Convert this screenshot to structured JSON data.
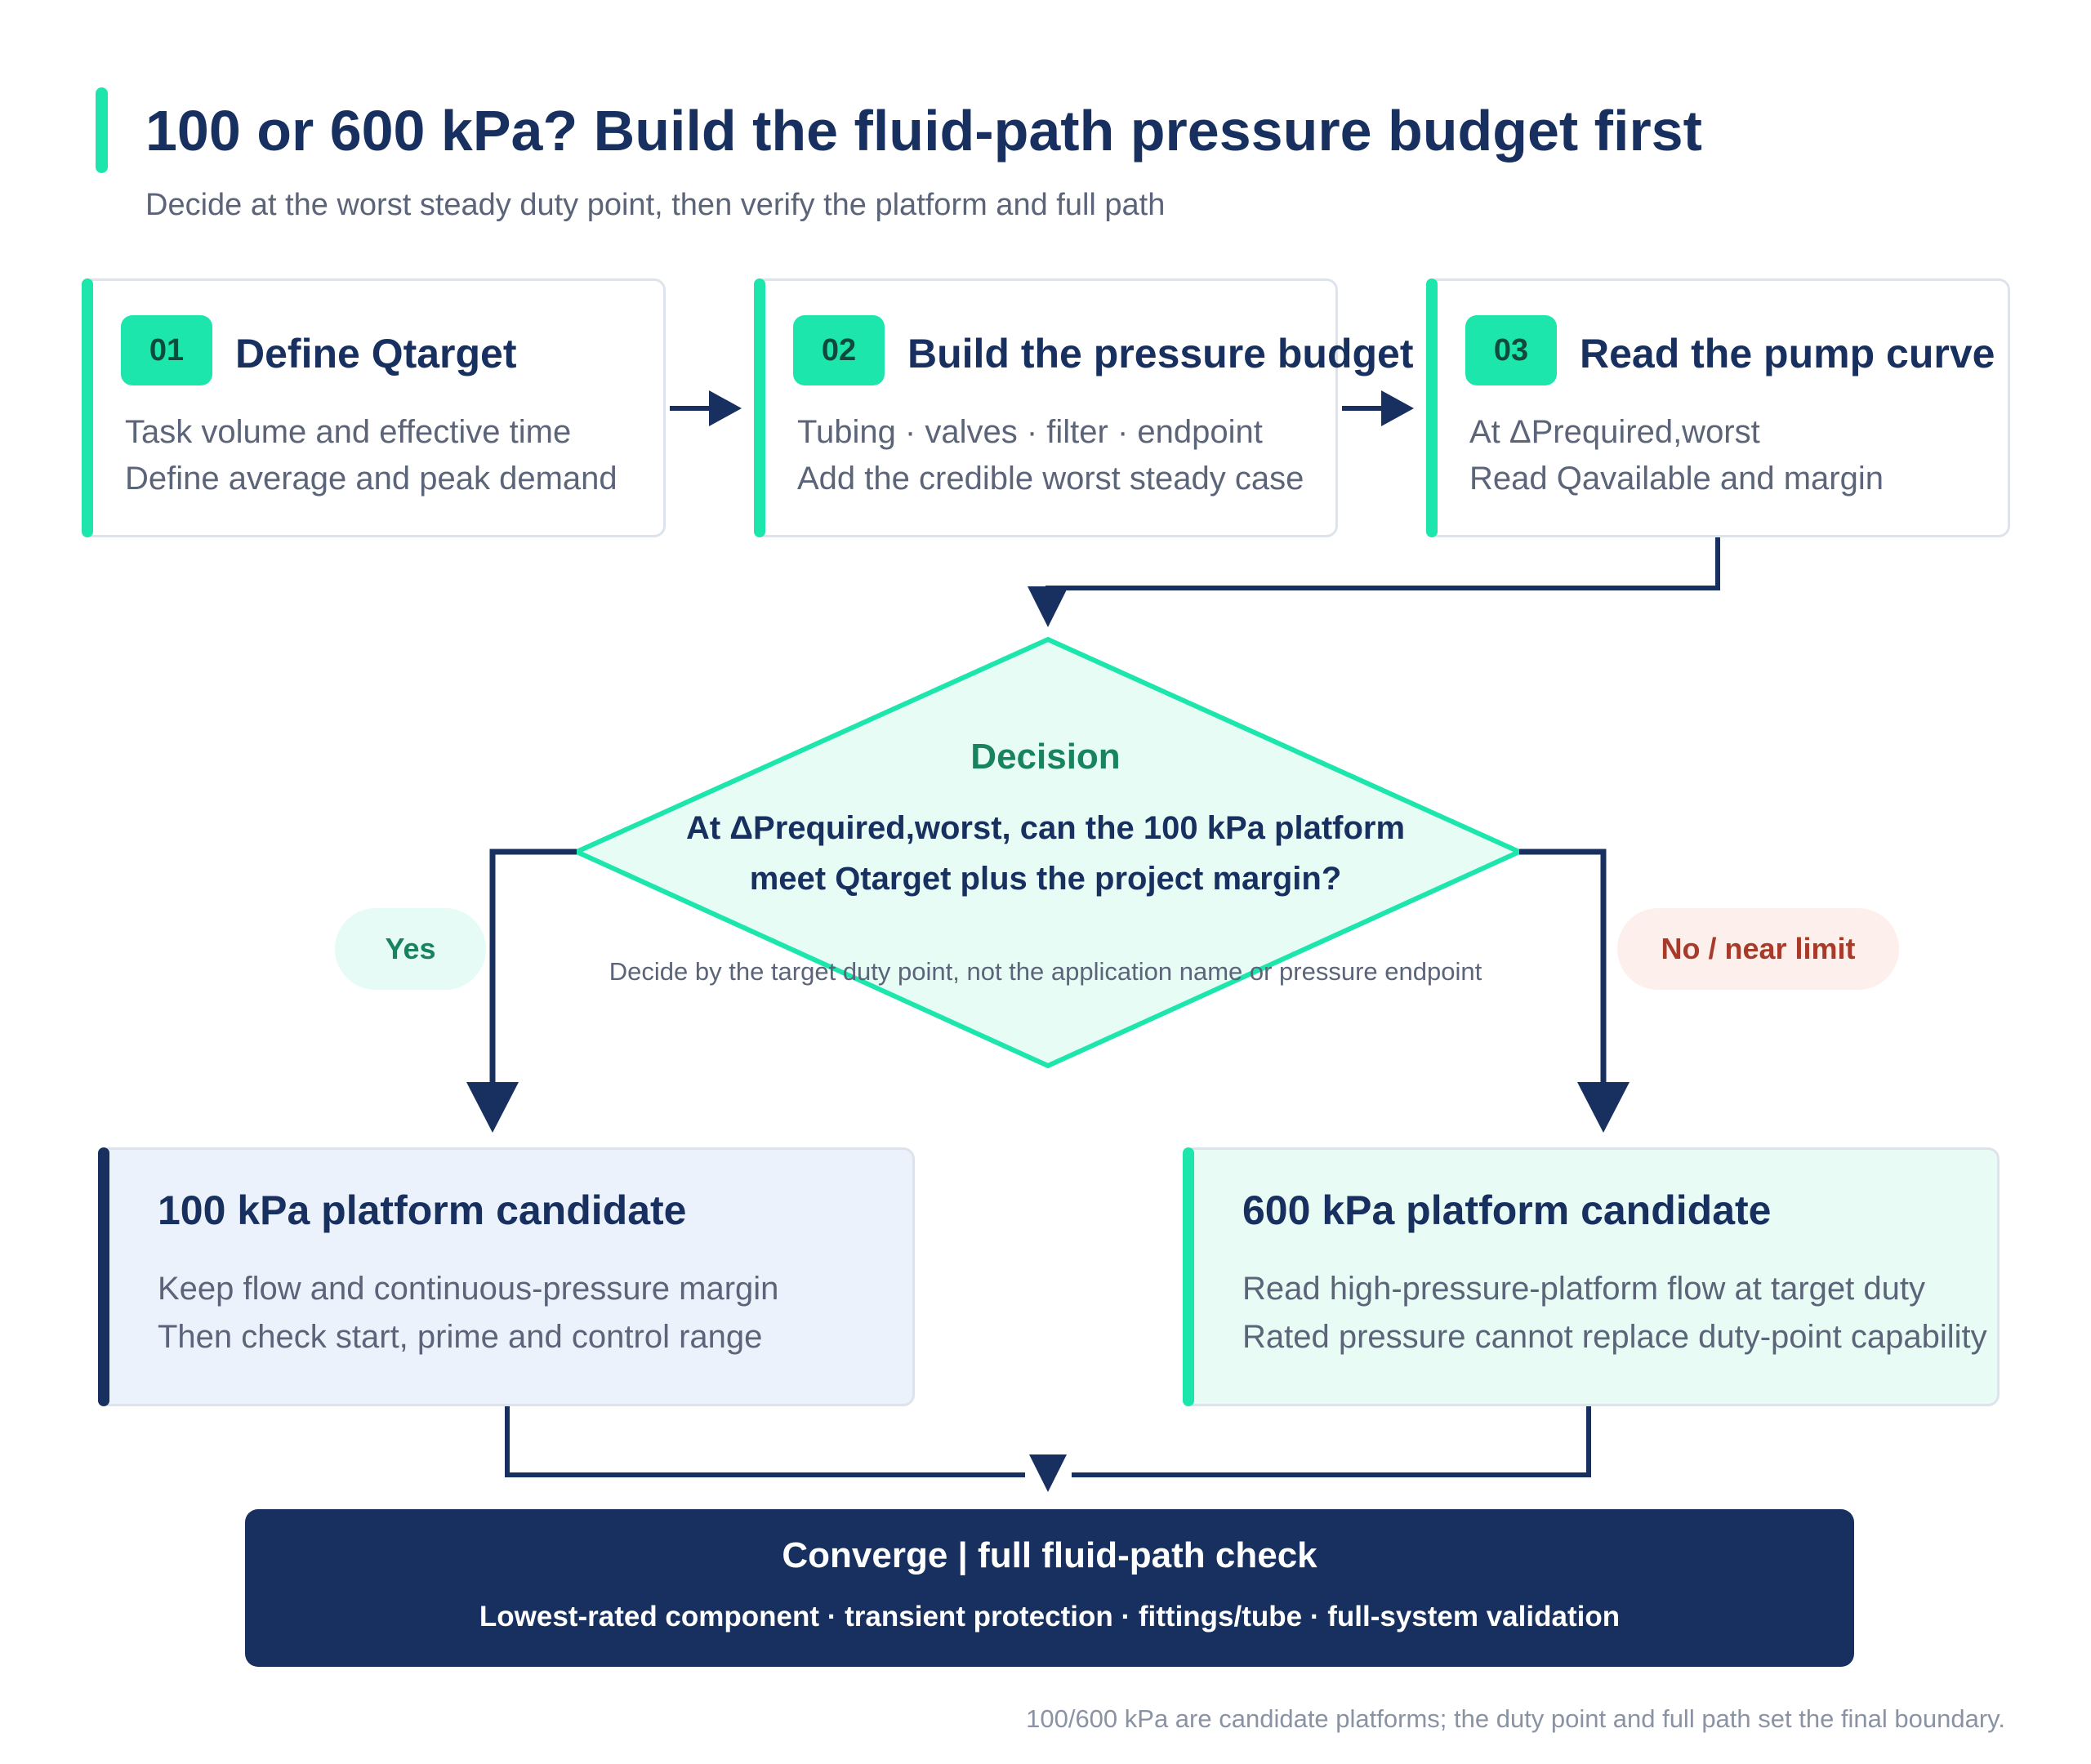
{
  "header": {
    "title": "100 or 600 kPa? Build the fluid-path pressure budget first",
    "subtitle": "Decide at the worst steady duty point, then verify the platform and full path"
  },
  "steps": [
    {
      "number": "01",
      "title": "Define Qtarget",
      "lines": [
        "Task volume and effective time",
        "Define average and peak demand"
      ]
    },
    {
      "number": "02",
      "title": "Build the pressure budget",
      "lines": [
        "Tubing · valves · filter · endpoint",
        "Add the credible worst steady case"
      ]
    },
    {
      "number": "03",
      "title": "Read the pump curve",
      "lines": [
        "At ΔPrequired,worst",
        "Read Qavailable and margin"
      ]
    }
  ],
  "decision": {
    "label": "Decision",
    "question_line1": "At ΔPrequired,worst, can the 100 kPa platform",
    "question_line2": "meet Qtarget plus the project margin?",
    "note": "Decide by the target duty point, not the application name or pressure endpoint",
    "yes_label": "Yes",
    "no_label": "No / near limit"
  },
  "candidates": {
    "left": {
      "title": "100 kPa platform candidate",
      "lines": [
        "Keep flow and continuous-pressure margin",
        "Then check start, prime and control range"
      ]
    },
    "right": {
      "title": "600 kPa platform candidate",
      "lines": [
        "Read high-pressure-platform flow at target duty",
        "Rated pressure cannot replace duty-point capability"
      ]
    }
  },
  "converge": {
    "title": "Converge | full fluid-path check",
    "subtitle": "Lowest-rated component · transient protection · fittings/tube · full-system validation"
  },
  "footnote": "100/600 kPa are candidate platforms; the duty point and full path set the final boundary.",
  "colors": {
    "navy": "#18305f",
    "accent_green": "#1de6ac",
    "decision_fill": "#e8fcf6",
    "yes_text": "#17845f",
    "no_text": "#a83a2a"
  }
}
